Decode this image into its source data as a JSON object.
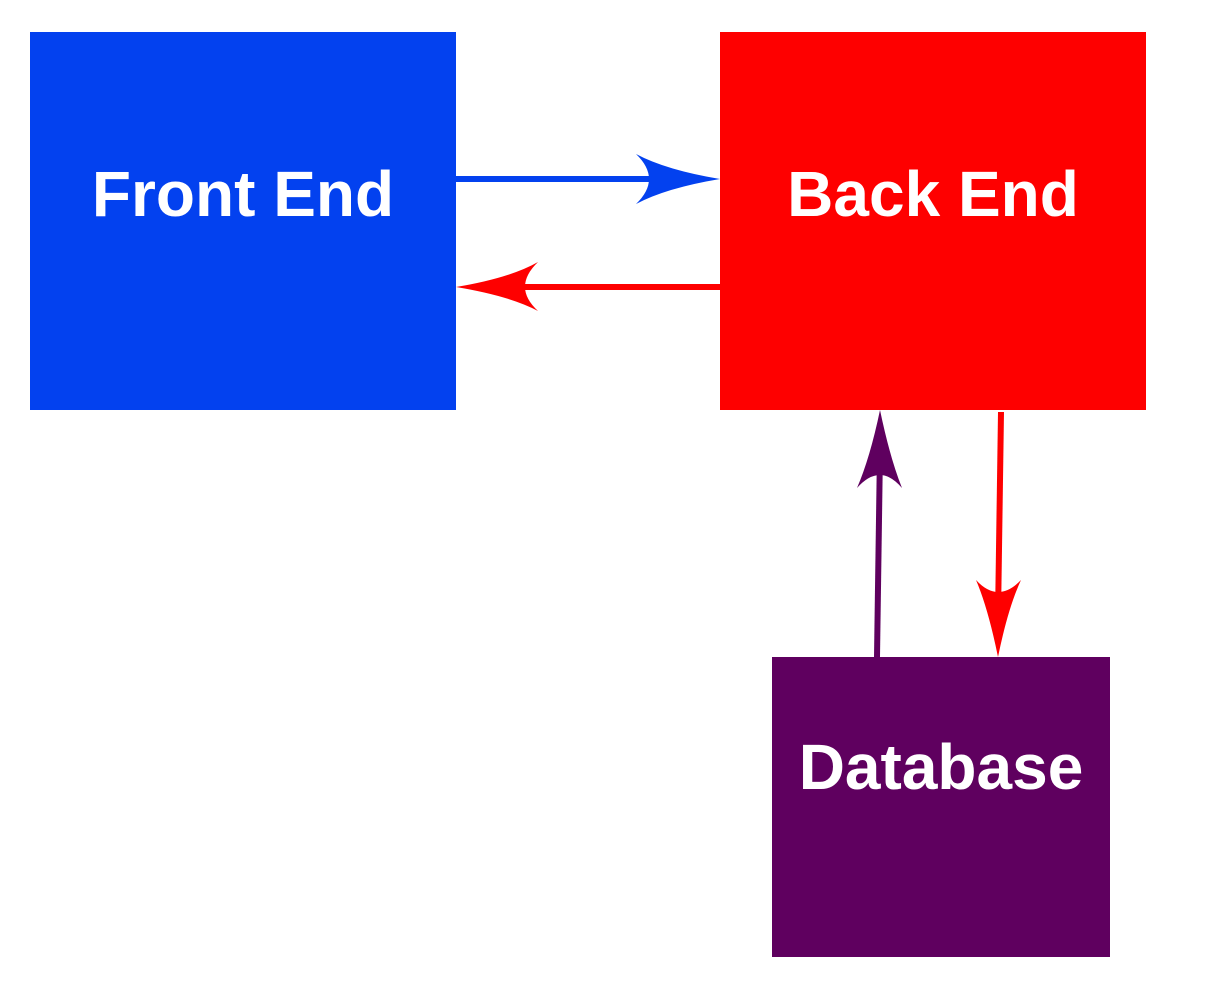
{
  "nodes": {
    "frontend": {
      "label": "Front End",
      "color": "#0341ef"
    },
    "backend": {
      "label": "Back End",
      "color": "#fe0000"
    },
    "database": {
      "label": "Database",
      "color": "#5f005f"
    }
  },
  "edges": [
    {
      "from": "frontend",
      "to": "backend",
      "color": "#0341ef"
    },
    {
      "from": "backend",
      "to": "frontend",
      "color": "#fe0000"
    },
    {
      "from": "database",
      "to": "backend",
      "color": "#5f005f"
    },
    {
      "from": "backend",
      "to": "database",
      "color": "#fe0000"
    }
  ]
}
